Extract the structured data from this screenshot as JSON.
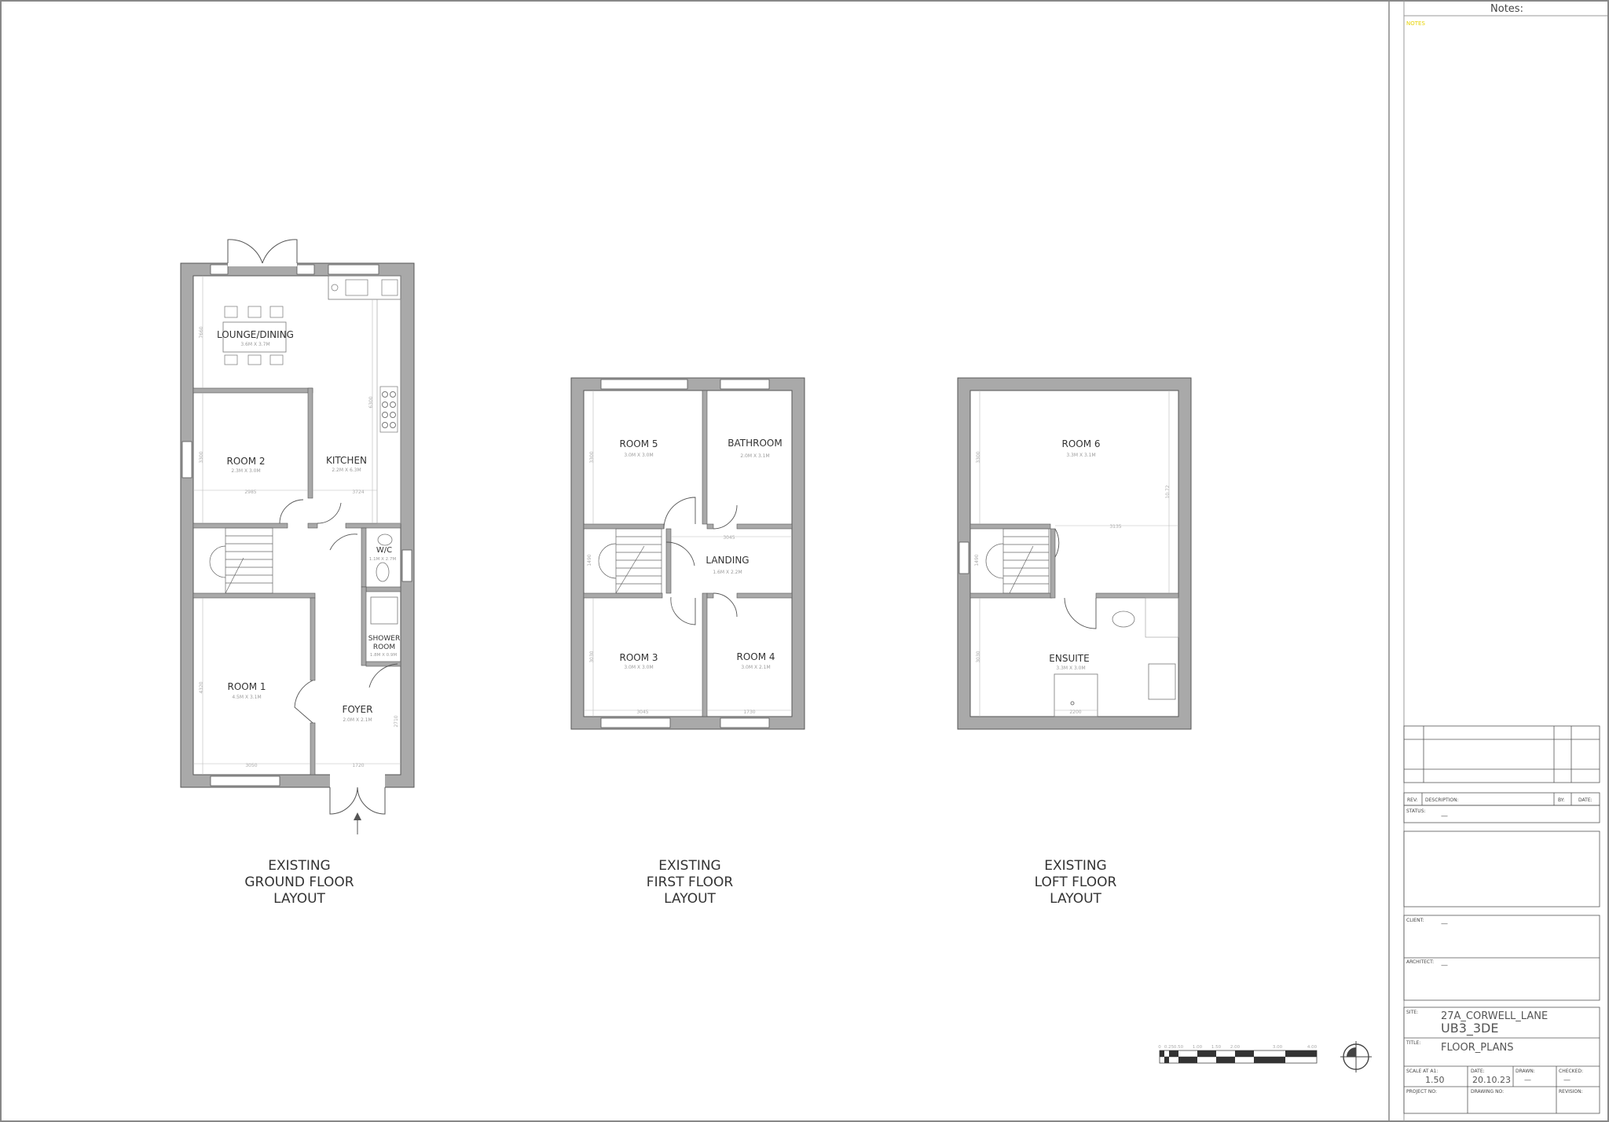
{
  "notes": {
    "header": "Notes:",
    "label": "NOTES"
  },
  "ground_floor": {
    "caption": [
      "EXISTING",
      "GROUND FLOOR",
      "LAYOUT"
    ],
    "rooms": [
      {
        "name": "LOUNGE/DINING",
        "size": "3.6M X 3.7M"
      },
      {
        "name": "ROOM 2",
        "size": "2.3M X 3.0M"
      },
      {
        "name": "KITCHEN",
        "size": "2.2M X 6.3M"
      },
      {
        "name": "W/C",
        "size": "1.1M X 2.7M"
      },
      {
        "name": "SHOWER",
        "name2": "ROOM",
        "size": "1.8M X 0.9M"
      },
      {
        "name": "ROOM 1",
        "size": "4.5M X 3.1M"
      },
      {
        "name": "FOYER",
        "size": "2.0M X 2.1M"
      }
    ],
    "dims": [
      "7660",
      "3300",
      "2985",
      "3724",
      "6300",
      "4320",
      "3050",
      "1720",
      "2710"
    ]
  },
  "first_floor": {
    "caption": [
      "EXISTING",
      "FIRST FLOOR",
      "LAYOUT"
    ],
    "rooms": [
      {
        "name": "ROOM 5",
        "size": "3.0M X 3.0M"
      },
      {
        "name": "BATHROOM",
        "size": "2.0M X 3.1M"
      },
      {
        "name": "LANDING",
        "size": "1.6M X 2.2M"
      },
      {
        "name": "ROOM 3",
        "size": "3.0M X 3.0M"
      },
      {
        "name": "ROOM 4",
        "size": "3.0M X 2.1M"
      }
    ],
    "dims": [
      "3300",
      "3045",
      "3030",
      "3045",
      "1730",
      "1490"
    ]
  },
  "loft_floor": {
    "caption": [
      "EXISTING",
      "LOFT FLOOR",
      "LAYOUT"
    ],
    "rooms": [
      {
        "name": "ROOM 6",
        "size": "3.3M X 3.1M"
      },
      {
        "name": "ENSUITE",
        "size": "3.3M X 3.0M"
      }
    ],
    "dims": [
      "3300",
      "3135",
      "3030",
      "1490",
      "2200",
      "10.72"
    ]
  },
  "scale_bar": {
    "ticks": [
      "0",
      "0.25",
      "0.50",
      "1.00",
      "1.50",
      "2.00",
      "3.00",
      "4.00"
    ]
  },
  "title_block": {
    "rev_label": "REV:",
    "description_label": "DESCRIPTION:",
    "by_label": "BY:",
    "date_label": "DATE:",
    "status_label": "STATUS:",
    "status_value": "—",
    "client_label": "CLIENT:",
    "client_value": "—",
    "architect_label": "ARCHITECT:",
    "architect_value": "—",
    "site_label": "SITE:",
    "site_line1": "27A_CORWELL_LANE",
    "site_line2": "UB3_3DE",
    "title_label": "TITLE:",
    "title_value": "FLOOR_PLANS",
    "scale_label": "SCALE AT A1:",
    "scale_value": "1.50",
    "date_field_label": "DATE:",
    "date_value": "20.10.23",
    "drawn_label": "DRAWN:",
    "drawn_value": "—",
    "checked_label": "CHECKED:",
    "checked_value": "—",
    "project_no_label": "PROJECT NO:",
    "drawing_no_label": "DRAWING NO:",
    "revision_label": "REVISION:"
  },
  "colors": {
    "wall": "#a9a9a9",
    "line": "#555555",
    "notes_label": "#e6d200"
  }
}
